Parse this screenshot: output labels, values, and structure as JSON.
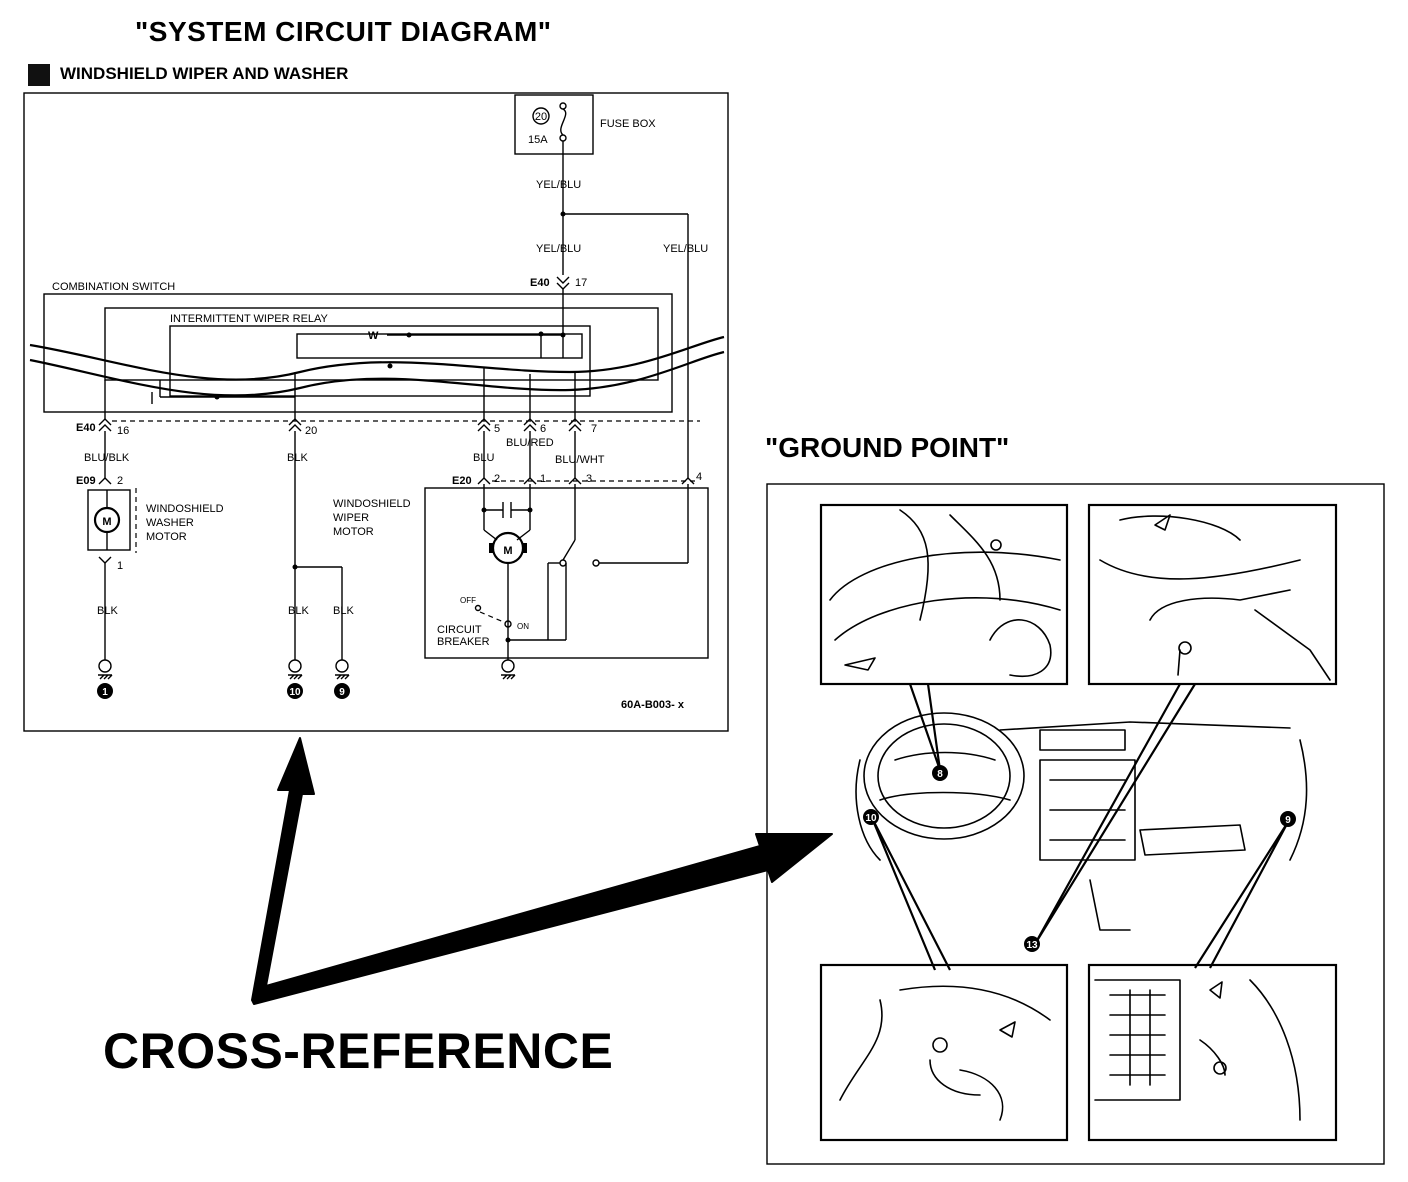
{
  "titles": {
    "system": "\"SYSTEM CIRCUIT DIAGRAM\"",
    "section": "WINDSHIELD WIPER AND WASHER",
    "ground": "\"GROUND POINT\"",
    "cross": "CROSS-REFERENCE"
  },
  "circuit": {
    "fuse_box": "FUSE BOX",
    "fuse_no": "20",
    "fuse_rating": "15A",
    "combination_switch": "COMBINATION SWITCH",
    "intermittent_relay": "INTERMITTENT WIPER RELAY",
    "relay_symbol": "W",
    "washer_motor": [
      "WINDOSHIELD",
      "WASHER",
      "MOTOR"
    ],
    "wiper_motor": [
      "WINDOSHIELD",
      "WIPER",
      "MOTOR"
    ],
    "motor_symbol": "M",
    "circuit_breaker": [
      "CIRCUIT",
      "BREAKER"
    ],
    "off": "OFF",
    "on": "ON",
    "diagram_code": "60A-B003- x",
    "connectors": {
      "e40_top": "E40",
      "e40_top_pin": "17",
      "e40_bot": "E40",
      "e40_pin16": "16",
      "e40_pin20": "20",
      "e40_pin5": "5",
      "e40_pin6": "6",
      "e40_pin7": "7",
      "e09": "E09",
      "e09_pin2": "2",
      "e09_pin1": "1",
      "e20": "E20",
      "e20_pin2": "2",
      "e20_pin1": "1",
      "e20_pin3": "3",
      "e20_pin4": "4"
    },
    "wires": {
      "yel_blu_1": "YEL/BLU",
      "yel_blu_2": "YEL/BLU",
      "yel_blu_3": "YEL/BLU",
      "blu_blk": "BLU/BLK",
      "blk_1": "BLK",
      "blk_2": "BLK",
      "blk_3": "BLK",
      "blk_4": "BLK",
      "blu": "BLU",
      "blu_red": "BLU/RED",
      "blu_wht": "BLU/WHT"
    },
    "grounds": [
      "1",
      "10",
      "9"
    ]
  },
  "ground_point": {
    "markers": [
      "8",
      "10",
      "9",
      "13"
    ]
  }
}
